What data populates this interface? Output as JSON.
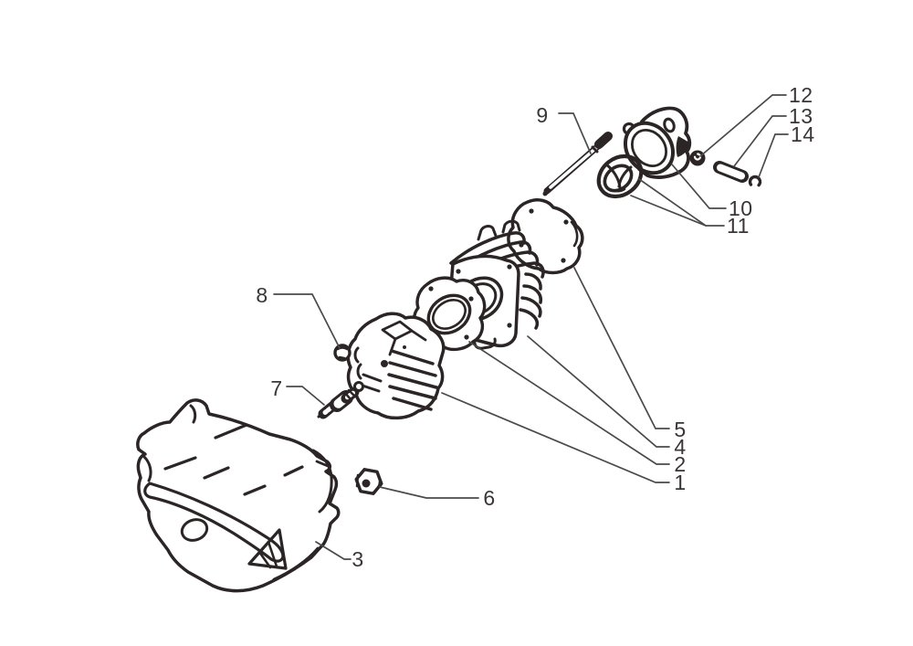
{
  "figure": {
    "kind": "exploded-parts-diagram",
    "background_color": "#ffffff",
    "line_color": "#2b2526",
    "leader_color": "#4a4a4a",
    "label_color": "#3a3536"
  },
  "callouts": [
    "1",
    "2",
    "3",
    "4",
    "5",
    "6",
    "7",
    "8",
    "9",
    "10",
    "11",
    "12",
    "13",
    "14"
  ]
}
